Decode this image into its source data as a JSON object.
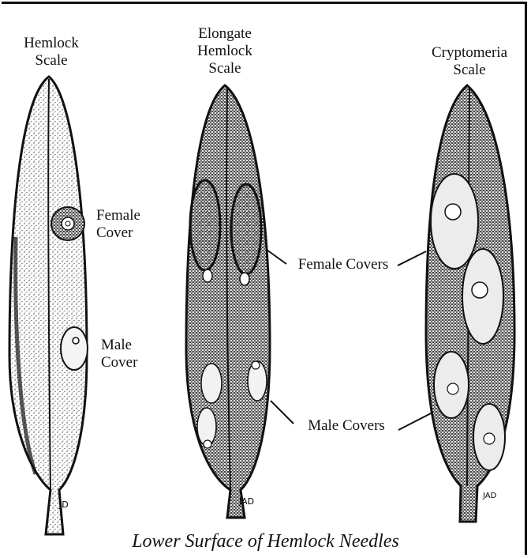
{
  "labels": {
    "hemlock_scale": [
      "Hemlock",
      "Scale"
    ],
    "elongate_scale": [
      "Elongate",
      "Hemlock",
      "Scale"
    ],
    "cryptomeria_scale": [
      "Cryptomeria",
      "Scale"
    ],
    "female_cover": [
      "Female",
      "Cover"
    ],
    "male_cover": [
      "Male",
      "Cover"
    ],
    "female_covers": "Female Covers",
    "male_covers": "Male Covers"
  },
  "signatures": [
    "JD",
    "JAD",
    "JAD"
  ],
  "caption": "Lower Surface of Hemlock Needles",
  "colors": {
    "ink": "#111111",
    "paper": "#ffffff",
    "stipple": "#222222"
  }
}
